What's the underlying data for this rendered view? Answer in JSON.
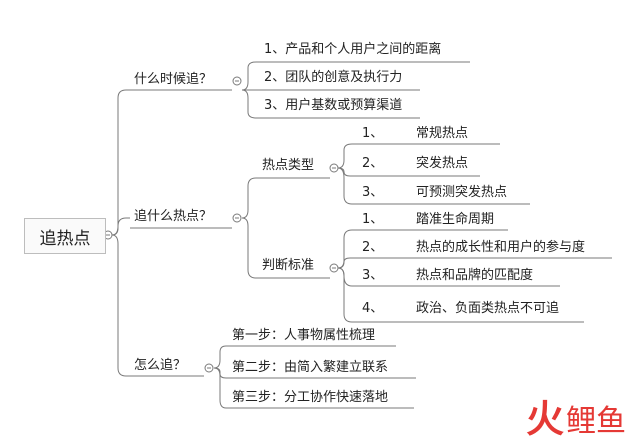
{
  "root": {
    "label": "追热点"
  },
  "branches": [
    {
      "label": "什么时候追？",
      "children": [
        "1、产品和个人用户之间的距离",
        "2、团队的创意及执行力",
        "3、用户基数或预算渠道"
      ]
    },
    {
      "label": "追什么热点？",
      "groups": [
        {
          "label": "热点类型",
          "items": [
            {
              "num": "1、",
              "text": "常规热点"
            },
            {
              "num": "2、",
              "text": "突发热点"
            },
            {
              "num": "3、",
              "text": "可预测突发热点"
            }
          ]
        },
        {
          "label": "判断标准",
          "items": [
            {
              "num": "1、",
              "text": "踏准生命周期"
            },
            {
              "num": "2、",
              "text": "热点的成长性和用户的参与度"
            },
            {
              "num": "3、",
              "text": "热点和品牌的匹配度"
            },
            {
              "num": "4、",
              "text": "政治、负面类热点不可追"
            }
          ]
        }
      ]
    },
    {
      "label": "怎么追？",
      "children": [
        "第一步：人事物属性梳理",
        "第二步：由简入繁建立联系",
        "第三步：分工协作快速落地"
      ]
    }
  ],
  "collapse_symbol": "⊖",
  "watermark": {
    "char1": "火",
    "char2": "鲤鱼"
  },
  "colors": {
    "line": "#7a7a7a",
    "root_border": "#bdbdbd",
    "watermark": "#e53935"
  }
}
